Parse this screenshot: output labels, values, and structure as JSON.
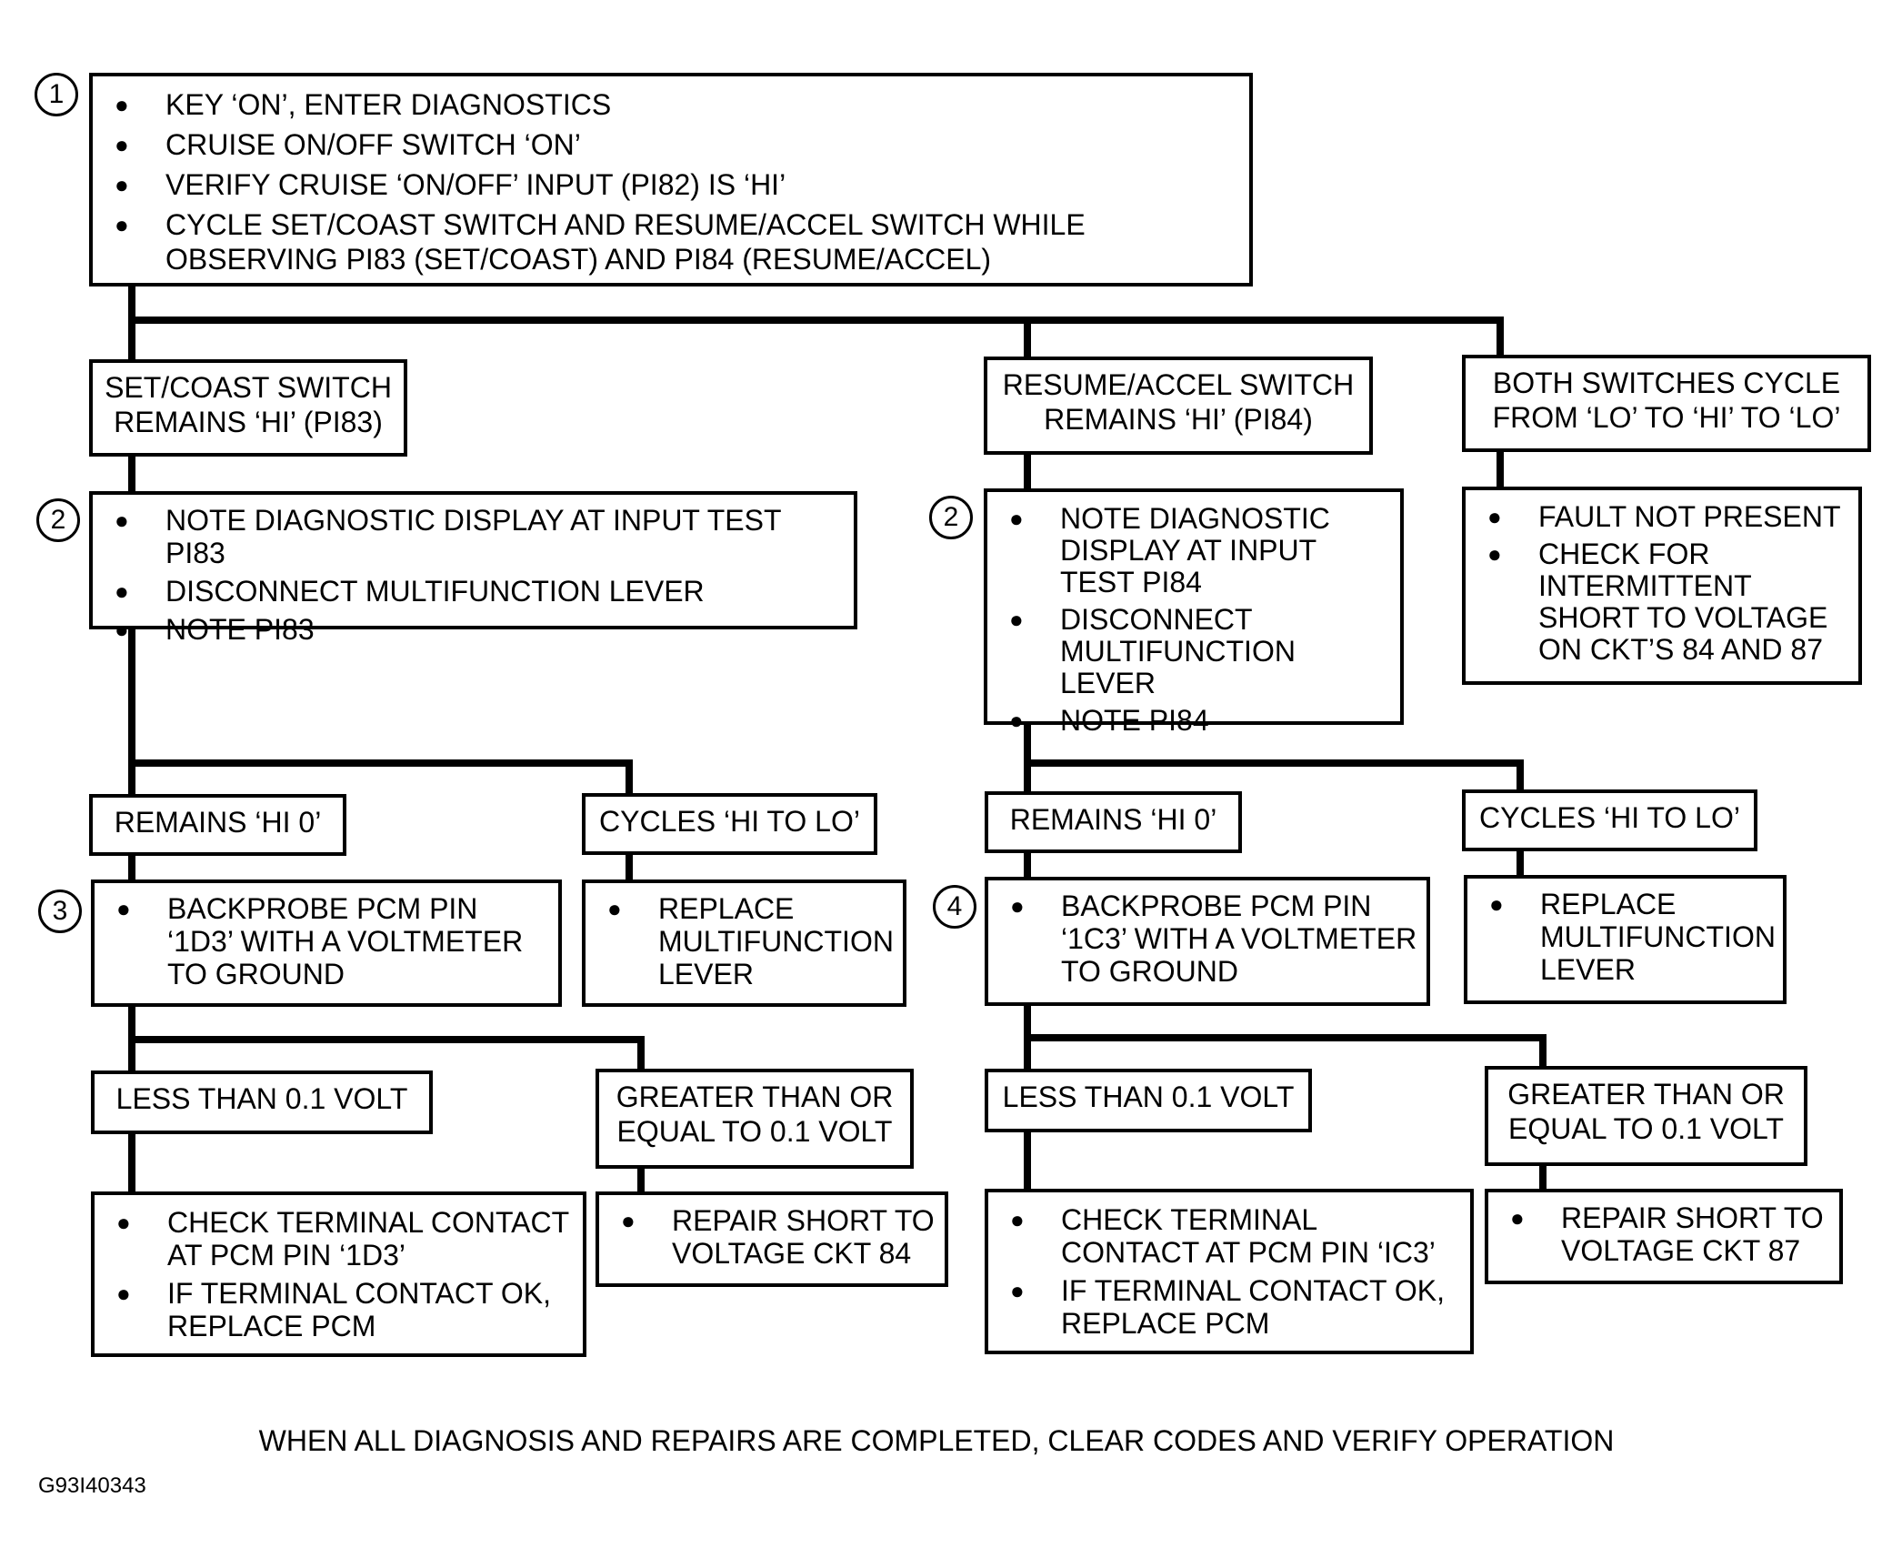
{
  "step1": {
    "number": "1",
    "items": [
      "KEY ‘ON’, ENTER DIAGNOSTICS",
      "CRUISE ON/OFF SWITCH ‘ON’",
      "VERIFY CRUISE ‘ON/OFF’ INPUT (PI82) IS ‘HI’",
      "CYCLE SET/COAST SWITCH AND RESUME/ACCEL SWITCH WHILE OBSERVING PI83 (SET/COAST) AND PI84 (RESUME/ACCEL)"
    ]
  },
  "branches": {
    "set_coast": {
      "line1": "SET/COAST SWITCH",
      "line2": "REMAINS ‘HI’ (PI83)"
    },
    "resume_accel": {
      "line1": "RESUME/ACCEL SWITCH",
      "line2": "REMAINS ‘HI’ (PI84)"
    },
    "both": {
      "line1": "BOTH SWITCHES CYCLE",
      "line2": "FROM ‘LO’ TO ‘HI’ TO ‘LO’"
    }
  },
  "step2_left": {
    "number": "2",
    "items": [
      "NOTE DIAGNOSTIC DISPLAY AT INPUT TEST PI83",
      "DISCONNECT MULTIFUNCTION LEVER",
      "NOTE PI83"
    ]
  },
  "step2_right": {
    "number": "2",
    "items": [
      "NOTE DIAGNOSTIC DISPLAY AT INPUT TEST PI84",
      "DISCONNECT MULTIFUNCTION LEVER",
      "NOTE PI84"
    ]
  },
  "fault_box": {
    "items": [
      "FAULT NOT PRESENT",
      "CHECK FOR INTERMITTENT SHORT TO VOLTAGE ON CKT’S 84 AND 87"
    ]
  },
  "left": {
    "remains": "REMAINS ‘HI 0’",
    "cycles": "CYCLES ‘HI TO LO’",
    "step3": {
      "number": "3",
      "items": [
        "BACKPROBE PCM PIN ‘1D3’ WITH A VOLTMETER TO GROUND"
      ]
    },
    "replace": {
      "items": [
        "REPLACE MULTIFUNCTION LEVER"
      ]
    },
    "less": "LESS THAN 0.1 VOLT",
    "greater": {
      "line1": "GREATER THAN OR",
      "line2": "EQUAL TO 0.1 VOLT"
    },
    "check": {
      "items": [
        "CHECK TERMINAL CONTACT AT PCM PIN ‘1D3’",
        "IF TERMINAL CONTACT OK, REPLACE PCM"
      ]
    },
    "repair": {
      "items": [
        "REPAIR SHORT TO VOLTAGE CKT 84"
      ]
    }
  },
  "right": {
    "remains": "REMAINS ‘HI 0’",
    "cycles": "CYCLES ‘HI TO LO’",
    "step4": {
      "number": "4",
      "items": [
        "BACKPROBE PCM PIN ‘1C3’ WITH A VOLTMETER TO GROUND"
      ]
    },
    "replace": {
      "items": [
        "REPLACE MULTIFUNCTION LEVER"
      ]
    },
    "less": "LESS THAN 0.1 VOLT",
    "greater": {
      "line1": "GREATER THAN OR",
      "line2": "EQUAL TO 0.1 VOLT"
    },
    "check": {
      "items": [
        "CHECK TERMINAL CONTACT AT PCM PIN ‘IC3’",
        "IF TERMINAL CONTACT OK, REPLACE PCM"
      ]
    },
    "repair": {
      "items": [
        "REPAIR SHORT TO VOLTAGE CKT 87"
      ]
    }
  },
  "footer": "WHEN ALL DIAGNOSIS AND REPAIRS ARE COMPLETED, CLEAR CODES AND VERIFY OPERATION",
  "figure_id": "G93I40343"
}
